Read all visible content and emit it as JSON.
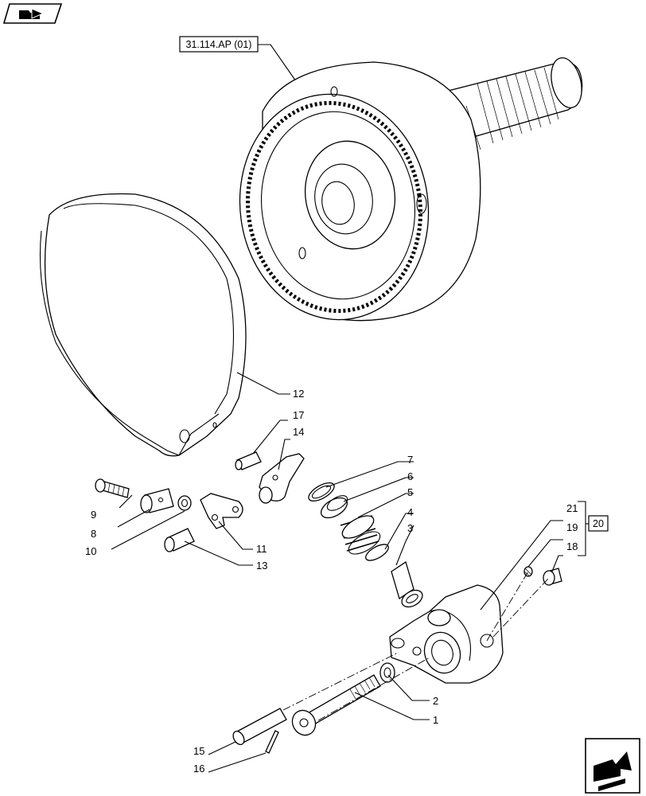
{
  "reference_box": "31.114.AP (01)",
  "kit_box": "20",
  "callouts": [
    {
      "id": "c1",
      "label": "1"
    },
    {
      "id": "c2",
      "label": "2"
    },
    {
      "id": "c3",
      "label": "3"
    },
    {
      "id": "c4",
      "label": "4"
    },
    {
      "id": "c5",
      "label": "5"
    },
    {
      "id": "c6",
      "label": "6"
    },
    {
      "id": "c7",
      "label": "7"
    },
    {
      "id": "c8",
      "label": "8"
    },
    {
      "id": "c9",
      "label": "9"
    },
    {
      "id": "c10",
      "label": "10"
    },
    {
      "id": "c11",
      "label": "11"
    },
    {
      "id": "c12",
      "label": "12"
    },
    {
      "id": "c13",
      "label": "13"
    },
    {
      "id": "c14",
      "label": "14"
    },
    {
      "id": "c15",
      "label": "15"
    },
    {
      "id": "c16",
      "label": "16"
    },
    {
      "id": "c17",
      "label": "17"
    },
    {
      "id": "c18",
      "label": "18"
    },
    {
      "id": "c19",
      "label": "19"
    },
    {
      "id": "c21",
      "label": "21"
    }
  ],
  "icons": {
    "top_left": "folder-arrow-icon",
    "bottom_right": "next-page-arrow-icon"
  }
}
